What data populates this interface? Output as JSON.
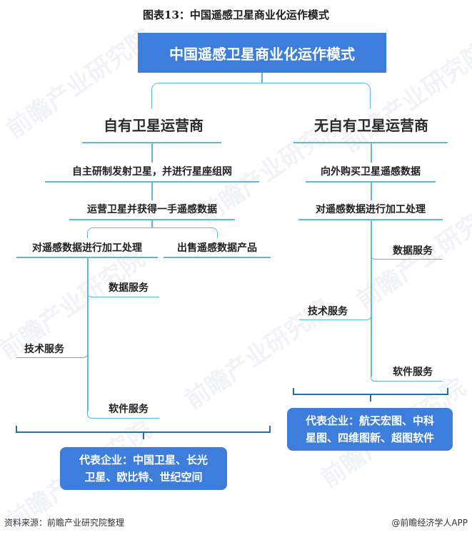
{
  "figure_title": "图表13：中国遥感卫星商业化运作模式",
  "root": {
    "label": "中国遥感卫星商业化运作模式"
  },
  "left_branch": {
    "title": "自有卫星运营商",
    "steps": [
      "自主研制发射卫星，并进行星座组网",
      "运营卫星并获得一手遥感数据"
    ],
    "split": {
      "left": "对遥感数据进行加工处理",
      "right": "出售遥感数据产品"
    },
    "services": [
      "数据服务",
      "技术服务",
      "软件服务"
    ],
    "companies": {
      "line1": "代表企业：中国卫星、长光",
      "line2": "卫星、欧比特、世纪空间"
    }
  },
  "right_branch": {
    "title": "无自有卫星运营商",
    "steps": [
      "向外购买卫星遥感数据",
      "对遥感数据进行加工处理"
    ],
    "services": [
      "数据服务",
      "技术服务",
      "软件服务"
    ],
    "companies": {
      "line1": "代表企业：航天宏图、中科",
      "line2": "星图、四维图新、超图软件"
    }
  },
  "watermark": "前瞻产业研究院",
  "footer": {
    "source": "资料来源：前瞻产业研究院整理",
    "credit": "@前瞻经济学人APP"
  },
  "colors": {
    "primary_box": "#3d7ddb",
    "connector": "#5db8e0",
    "bracket": "#1f6fb0"
  }
}
